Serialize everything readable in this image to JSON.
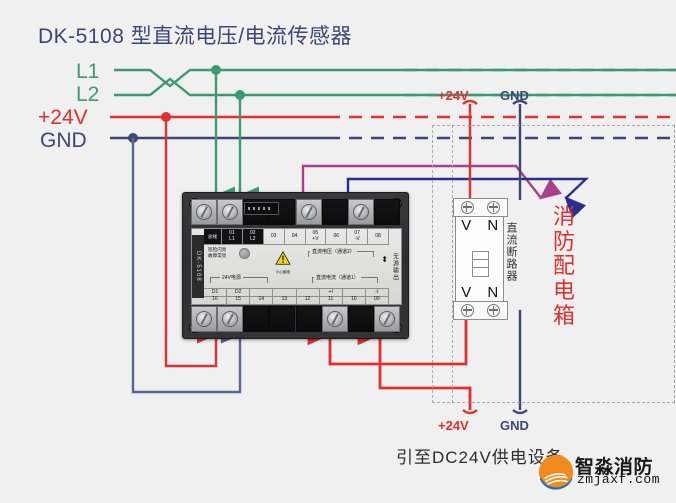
{
  "title": "DK-5108 型直流电压/电流传感器",
  "left_labels": {
    "l1": "L1",
    "l2": "L2",
    "v24": "+24V",
    "gnd": "GND"
  },
  "top_supply": {
    "v24": "+24V",
    "gnd": "GND"
  },
  "bottom_supply": {
    "v24": "+24V",
    "gnd": "GND"
  },
  "device": {
    "model_side": "DK-5108",
    "bus_tag": "总线",
    "top_terminals": [
      {
        "num": "01",
        "name": "L1"
      },
      {
        "num": "02",
        "name": "L2"
      },
      {
        "num": "03",
        "name": ""
      },
      {
        "num": "04",
        "name": ""
      },
      {
        "num": "05",
        "name": "+V"
      },
      {
        "num": "06",
        "name": ""
      },
      {
        "num": "07",
        "name": "-V"
      },
      {
        "num": "08",
        "name": ""
      }
    ],
    "bottom_terminals": [
      {
        "num": "16",
        "name": "D1"
      },
      {
        "num": "15",
        "name": "D2"
      },
      {
        "num": "14",
        "name": ""
      },
      {
        "num": "13",
        "name": ""
      },
      {
        "num": "12",
        "name": ""
      },
      {
        "num": "11",
        "name": "+I"
      },
      {
        "num": "10",
        "name": ""
      },
      {
        "num": "09",
        "name": "-I"
      }
    ],
    "group_voltage": "直流电压（通道2）",
    "group_current": "直流电流（通道1）",
    "group_power": "24V电源",
    "led_text_line1": "巡检闪亮",
    "led_text_line2": "故障常亮",
    "warn_text": "小心触电",
    "right_side_text": "无源输出"
  },
  "breaker": {
    "label": "直流断路器",
    "top_v": "V",
    "top_n": "N",
    "bottom_v": "V",
    "bottom_n": "N"
  },
  "panel": {
    "title_chars": [
      "消",
      "防",
      "配",
      "电",
      "箱"
    ],
    "title": "消防配电箱"
  },
  "footer": {
    "text": "引至DC24V供电设备"
  },
  "watermark": {
    "name": "智淼消防",
    "url": "zmjaxf.com"
  },
  "colors": {
    "green": "#3d9970",
    "red": "#e03030",
    "navy": "#3d4775",
    "magenta": "#a8418a",
    "blue": "#2a2f8f",
    "title": "#3d4775",
    "background": "#f0f0f0"
  }
}
